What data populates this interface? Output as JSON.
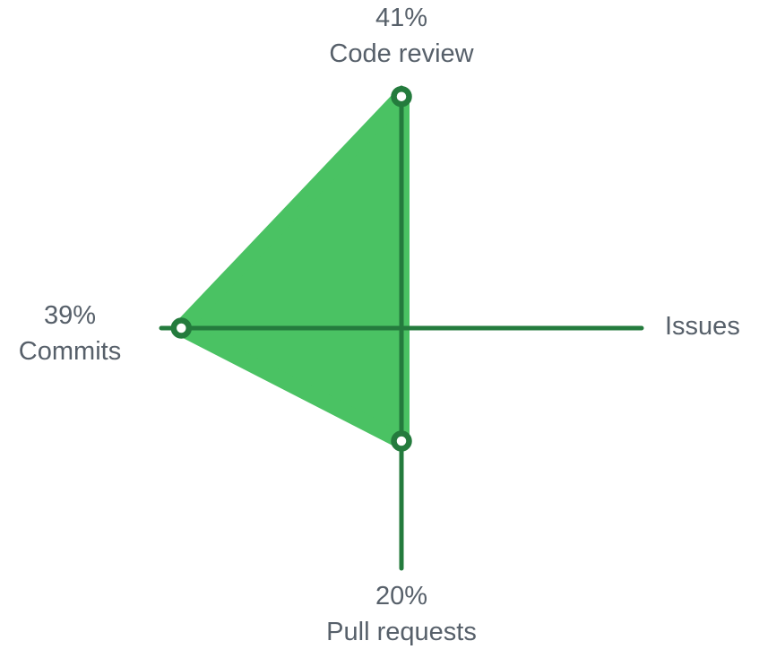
{
  "chart_data": {
    "type": "radar",
    "description": "Contribution activity radar chart with four axes",
    "axes": [
      {
        "id": "code-review",
        "label": "Code review",
        "percent": "41%",
        "value": 41,
        "position": "top"
      },
      {
        "id": "issues",
        "label": "Issues",
        "percent": null,
        "value": 0,
        "position": "right"
      },
      {
        "id": "pull-requests",
        "label": "Pull requests",
        "percent": "20%",
        "value": 20,
        "position": "bottom"
      },
      {
        "id": "commits",
        "label": "Commits",
        "percent": "39%",
        "value": 39,
        "position": "left"
      }
    ],
    "value_unit": "%",
    "value_max_shown": 41,
    "legend": null,
    "grid": false,
    "colors": {
      "fill": "#4ac263",
      "axis": "#247b3d",
      "marker_ring": "#247b3d",
      "marker_center": "#ffffff",
      "label_text": "#57606a",
      "background": "#ffffff"
    }
  }
}
